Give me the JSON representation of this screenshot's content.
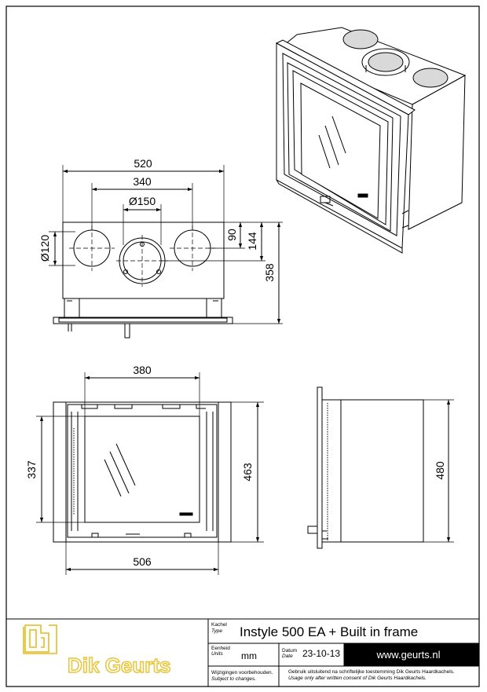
{
  "drawing": {
    "front_view": {
      "overall_width": "520",
      "inner_spacing": "340",
      "flue_diameter": "Ø150",
      "vent_diameter": "Ø120",
      "vent_offset": "90",
      "flue_offset": "144",
      "overall_height": "358"
    },
    "door_view": {
      "glass_width": "380",
      "frame_width": "506",
      "glass_height": "337",
      "frame_height": "463"
    },
    "side_view": {
      "height": "480"
    }
  },
  "title_block": {
    "logo_text": "Dik Geurts",
    "type_label": "Kachel",
    "type_label_en": "Type",
    "product_name": "Instyle 500 EA + Built in frame",
    "units_label": "Eenheid",
    "units_label_en": "Units",
    "units_value": "mm",
    "date_label": "Datum",
    "date_label_en": "Date",
    "date_value": "23-10-13",
    "website": "www.geurts.nl",
    "changes_nl": "Wijzigingen voorbehouden.",
    "changes_en": "Subject to changes.",
    "consent_nl": "Gebruik uitsluitend na schriftelijke toestemming Dik Geurts Haardkachels.",
    "consent_en": "Usage only after written consent of Dik Geurts Haardkachels."
  },
  "colors": {
    "line": "#000000",
    "logo": "#e8c53a",
    "website_bg": "#000000",
    "website_fg": "#ffffff"
  }
}
